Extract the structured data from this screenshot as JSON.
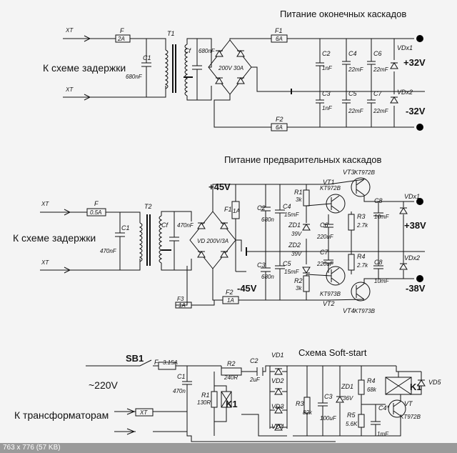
{
  "titles": {
    "output_supply": "Питание оконечных каскадов",
    "pre_supply": "Питание предварительных каскадов",
    "softstart": "Схема Soft-start"
  },
  "labels": {
    "to_delay": "К схеме задержки",
    "to_trafo": "К трансформаторам",
    "mains": "~220V",
    "xt": "XT"
  },
  "s1": {
    "F": "F",
    "F_val": "2A",
    "C1": "C1",
    "C1_val": "680nF",
    "T1": "T1",
    "Cf": "Cf",
    "Cf_val": "680nF",
    "bridge": "200V 30A",
    "F1": "F1",
    "F1_val": "6A",
    "F2": "F2",
    "F2_val": "6A",
    "C2": "C2",
    "C2_val": "1nF",
    "C3": "C3",
    "C3_val": "1nF",
    "C4": "C4",
    "C4_val": "22mF",
    "C5": "C5",
    "C5_val": "22mF",
    "C6": "C6",
    "C6_val": "22mF",
    "C7": "C7",
    "C7_val": "22mF",
    "VDx1": "VDx1",
    "VDx2": "VDx2",
    "pos": "+32V",
    "neg": "-32V"
  },
  "s2": {
    "F": "F",
    "F_val": "0.5A",
    "C1": "C1",
    "C1_val": "470nF",
    "T2": "T2",
    "Cf": "Cf",
    "Cf_val": "470nF",
    "bridge": "VD 200V/3A",
    "F1": "F1",
    "F1_val": "1A",
    "F2": "F2",
    "F2_val": "1A",
    "F3": "F3",
    "F3_val": "1A",
    "pos45": "+45V",
    "neg45": "-45V",
    "C2": "C2",
    "C2_val": "680n",
    "C3": "C3",
    "C3_val": "680n",
    "C4": "C4",
    "C4_val": "15mF",
    "C5": "C5",
    "C5_val": "15mF",
    "R1": "R1",
    "R1_val": "3k",
    "R2": "R2",
    "R2_val": "3k",
    "ZD1": "ZD1",
    "ZD1_val": "39V",
    "ZD2": "ZD2",
    "ZD2_val": "39V",
    "C6": "C6",
    "C6_val": "220uF",
    "C7": "C7",
    "C7_val": "220uF",
    "VT1": "VT1",
    "VT1_type": "KT972B",
    "VT2": "VT2",
    "VT2_type": "KT973B",
    "VT3": "VT3",
    "VT3_type": "KT972B",
    "VT4": "VT4",
    "VT4_type": "KT973B",
    "R3": "R3",
    "R3_val": "2.7k",
    "R4": "R4",
    "R4_val": "2.7k",
    "C8a": "C8",
    "C8a_val": "10mF",
    "C8b": "C8",
    "C8b_val": "10mF",
    "VDx1": "VDx1",
    "VDx2": "VDx2",
    "pos": "+38V",
    "neg": "-38V"
  },
  "s3": {
    "SB1": "SB1",
    "F": "F",
    "F_val": "3.15A",
    "C1": "C1",
    "C1_val": "470n",
    "R2": "R2",
    "R2_val": "240R",
    "C2": "C2",
    "C2_val": "2uF",
    "R1": "R1",
    "R1_val": "130R",
    "K1": "K1",
    "VD1": "VD1",
    "VD2": "VD2",
    "VD3": "VD3",
    "VD4": "VD4",
    "R3": "R3",
    "R3_val": "82k",
    "C3": "C3",
    "C3_val": "100uF",
    "ZD1": "ZD1",
    "ZD1_val": "36V",
    "R4": "R4",
    "R4_val": "68k",
    "R5": "R5",
    "R5_val": "5.6K",
    "C4": "C4*",
    "C4_val": "1mF",
    "VT": "VT",
    "VT_type": "KT972B",
    "K1r": "K1",
    "VD5": "VD5"
  },
  "status": "763 x 776 (57 KB)"
}
